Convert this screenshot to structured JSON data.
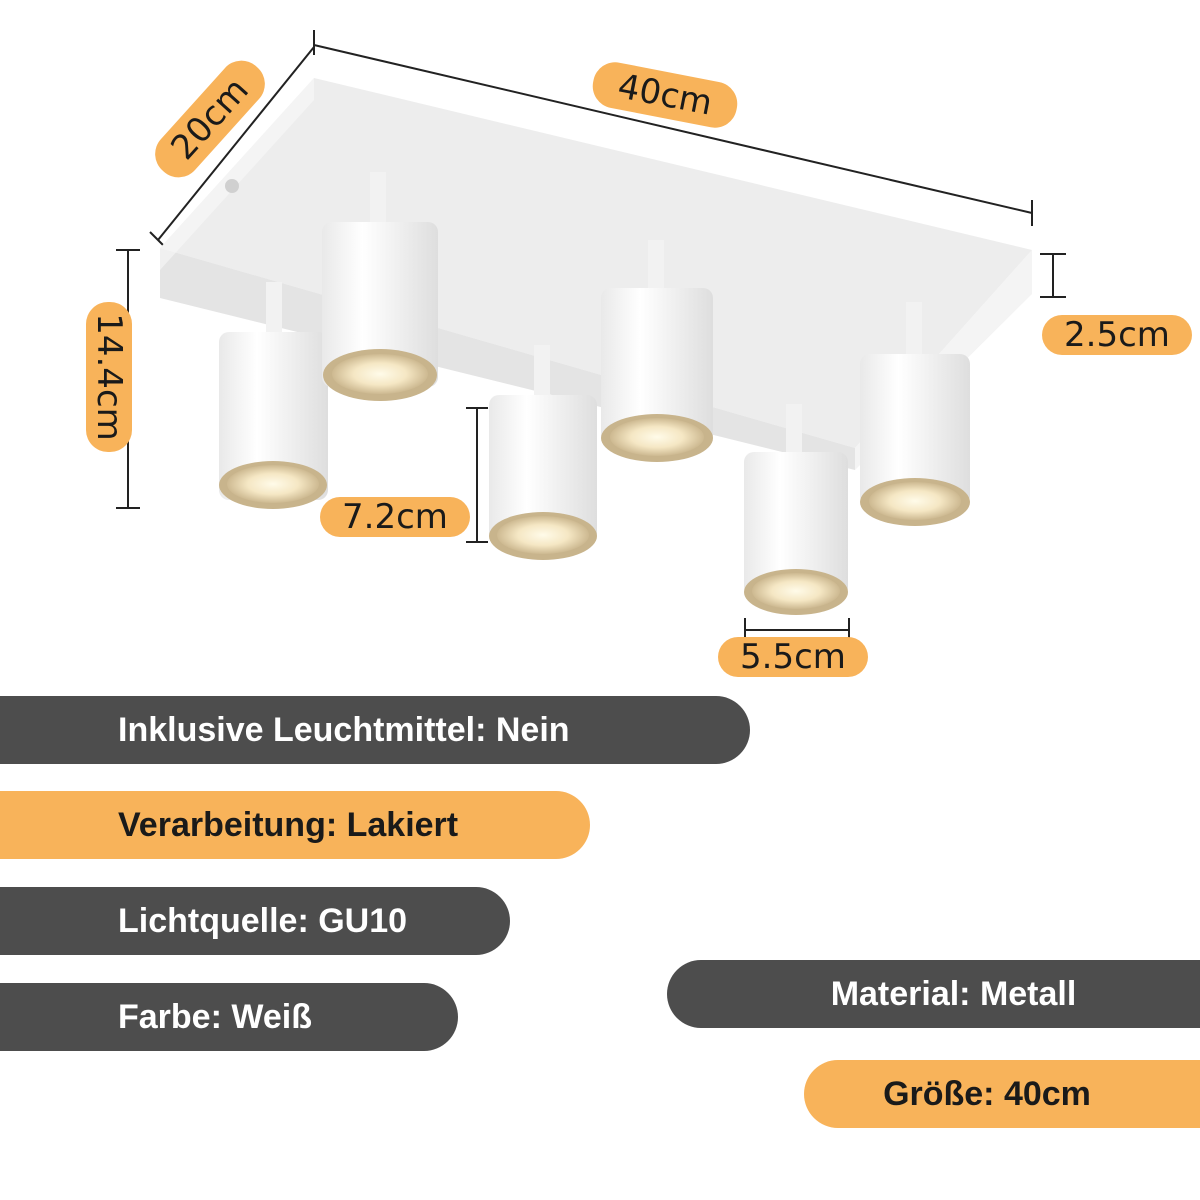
{
  "dimensions": {
    "length": "40cm",
    "depth": "20cm",
    "height": "14.4cm",
    "plate_thickness": "2.5cm",
    "spot_height": "7.2cm",
    "spot_diameter": "5.5cm"
  },
  "specs": {
    "bulbs_included": "Inklusive Leuchtmittel: Nein",
    "finish": "Verarbeitung: Lakiert",
    "light_source": "Lichtquelle: GU10",
    "color": "Farbe: Weiß",
    "material": "Material: Metall",
    "size": "Größe: 40cm"
  },
  "colors": {
    "accent_orange": "#f8b35a",
    "dark_gray": "#4d4d4d",
    "fixture_white": "#f4f4f4"
  }
}
